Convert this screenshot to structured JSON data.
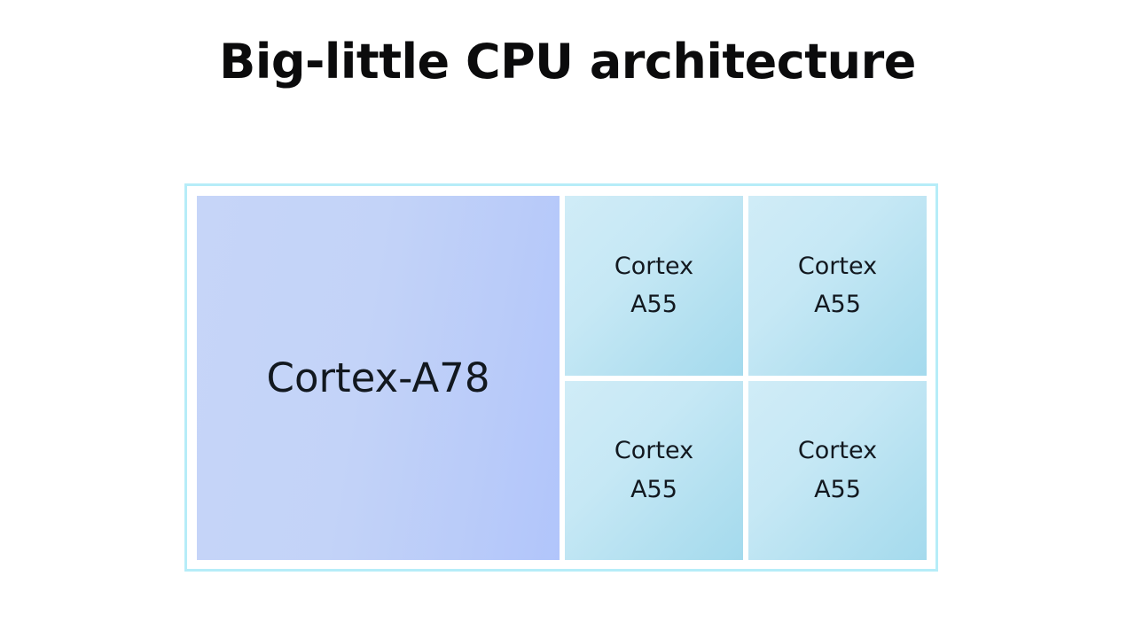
{
  "slide": {
    "title": "Big-little CPU architecture",
    "background_color": "#ffffff"
  },
  "diagram": {
    "name": "big-little-cpu-architecture",
    "frame": {
      "border_color": "#b6edf8",
      "inner_background": "#ffffff"
    },
    "big_core": {
      "label": "Cortex-A78",
      "gradient_from": "#c6d5f8",
      "gradient_to": "#b1c5fb",
      "text_color": "#12181f"
    },
    "little_cores": [
      {
        "line1": "Cortex",
        "line2": "A55",
        "position": "top-left"
      },
      {
        "line1": "Cortex",
        "line2": "A55",
        "position": "top-right"
      },
      {
        "line1": "Cortex",
        "line2": "A55",
        "position": "bottom-left"
      },
      {
        "line1": "Cortex",
        "line2": "A55",
        "position": "bottom-right"
      }
    ],
    "little_core_style": {
      "gradient_from": "#d0ecf7",
      "gradient_to": "#a4daed",
      "text_color": "#12181f"
    }
  }
}
